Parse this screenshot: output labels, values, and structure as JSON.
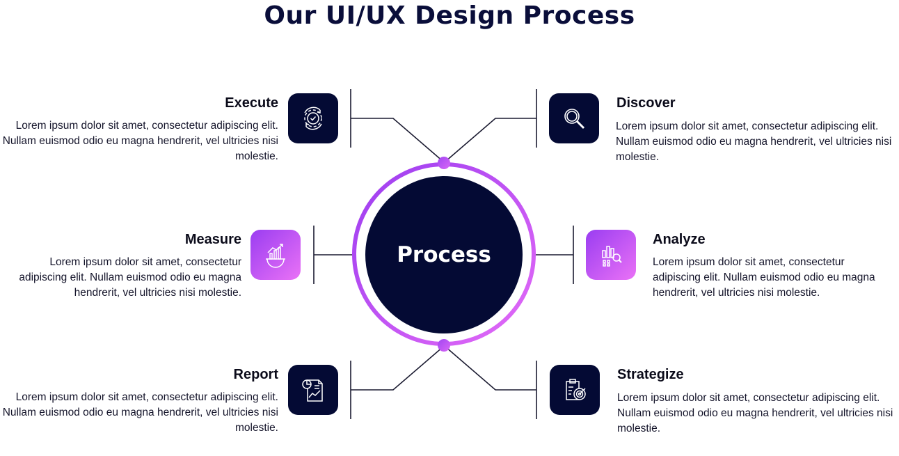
{
  "title": "Our UI/UX Design Process",
  "center": {
    "label": "Process"
  },
  "colors": {
    "navy": "#040a34",
    "gradient_start": "#9a3df1",
    "gradient_end": "#ea72f6"
  },
  "steps": [
    {
      "title": "Execute",
      "icon": "gear-check-icon",
      "description": "Lorem ipsum dolor sit amet, consectetur adipiscing elit. Nullam euismod odio eu magna hendrerit, vel ultricies nisi molestie."
    },
    {
      "title": "Discover",
      "icon": "magnifier-icon",
      "description": "Lorem ipsum dolor sit amet, consectetur adipiscing elit. Nullam euismod odio eu magna hendrerit, vel ultricies nisi molestie."
    },
    {
      "title": "Measure",
      "icon": "growth-chart-gear-icon",
      "description": "Lorem ipsum dolor sit amet, consectetur adipiscing elit. Nullam euismod odio eu magna hendrerit, vel ultricies nisi molestie."
    },
    {
      "title": "Analyze",
      "icon": "bar-chart-search-icon",
      "description": "Lorem ipsum dolor sit amet, consectetur adipiscing elit. Nullam euismod odio eu magna hendrerit, vel ultricies nisi molestie."
    },
    {
      "title": "Report",
      "icon": "report-document-icon",
      "description": "Lorem ipsum dolor sit amet, consectetur adipiscing elit. Nullam euismod odio eu magna hendrerit, vel ultricies nisi molestie."
    },
    {
      "title": "Strategize",
      "icon": "target-clipboard-icon",
      "description": "Lorem ipsum dolor sit amet, consectetur adipiscing elit. Nullam euismod odio eu magna hendrerit, vel ultricies nisi molestie."
    }
  ]
}
